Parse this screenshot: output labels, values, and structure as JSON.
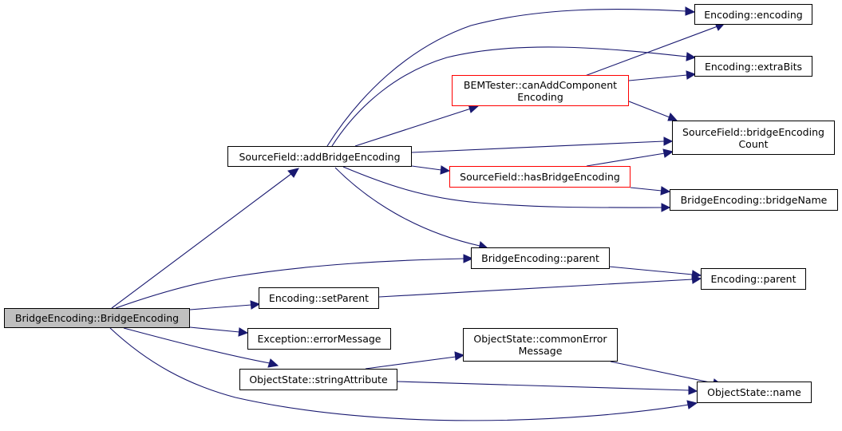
{
  "colors": {
    "edge": "#191970",
    "node_border": "#000000",
    "highlight_border": "#ff0000",
    "root_fill": "#bfbfbf"
  },
  "nodes": {
    "bridge_encoding_ctor": {
      "lines": [
        "BridgeEncoding::BridgeEncoding"
      ]
    },
    "add_bridge_encoding": {
      "lines": [
        "SourceField::addBridgeEncoding"
      ]
    },
    "encoding_encoding": {
      "lines": [
        "Encoding::encoding"
      ]
    },
    "encoding_extra_bits": {
      "lines": [
        "Encoding::extraBits"
      ]
    },
    "can_add_component_encoding": {
      "lines": [
        "BEMTester::canAddComponent",
        "Encoding"
      ]
    },
    "bridge_encoding_count": {
      "lines": [
        "SourceField::bridgeEncoding",
        "Count"
      ]
    },
    "has_bridge_encoding": {
      "lines": [
        "SourceField::hasBridgeEncoding"
      ]
    },
    "bridge_name": {
      "lines": [
        "BridgeEncoding::bridgeName"
      ]
    },
    "bridge_encoding_parent": {
      "lines": [
        "BridgeEncoding::parent"
      ]
    },
    "encoding_parent": {
      "lines": [
        "Encoding::parent"
      ]
    },
    "set_parent": {
      "lines": [
        "Encoding::setParent"
      ]
    },
    "error_message": {
      "lines": [
        "Exception::errorMessage"
      ]
    },
    "common_error_message": {
      "lines": [
        "ObjectState::commonError",
        "Message"
      ]
    },
    "string_attribute": {
      "lines": [
        "ObjectState::stringAttribute"
      ]
    },
    "object_state_name": {
      "lines": [
        "ObjectState::name"
      ]
    }
  }
}
